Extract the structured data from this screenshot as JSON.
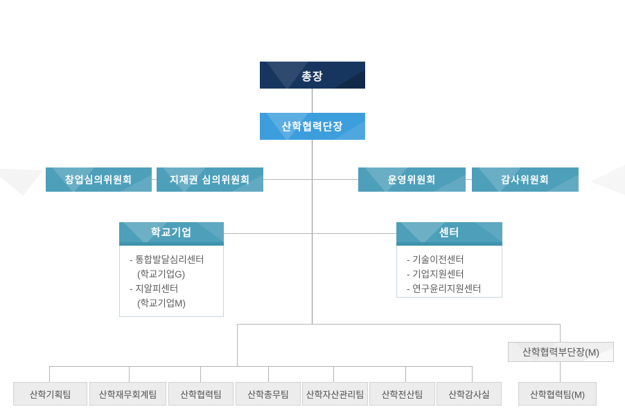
{
  "org_chart": {
    "root": {
      "label": "총장"
    },
    "director": {
      "label": "산학협력단장"
    },
    "committees": [
      {
        "label": "창업심의위원회"
      },
      {
        "label": "지재권 심의위원회"
      },
      {
        "label": "운영위원회"
      },
      {
        "label": "감사위원회"
      }
    ],
    "school_enterprise": {
      "title": "학교기업",
      "items": [
        "- 통합발달심리센터",
        "(학교기업G)",
        "- 지알피센터",
        "(학교기업M)"
      ]
    },
    "center": {
      "title": "센터",
      "items": [
        "- 기술이전센터",
        "- 기업지원센터",
        "- 연구윤리지원센터"
      ]
    },
    "vice_director": {
      "label": "산학협력부단장(M)"
    },
    "teams": [
      {
        "label": "산학기획팀"
      },
      {
        "label": "산학재무회계팀"
      },
      {
        "label": "산학협력팀"
      },
      {
        "label": "산학총무팀"
      },
      {
        "label": "산학자산관리팀"
      },
      {
        "label": "산학전산팀"
      },
      {
        "label": "산학감사실"
      }
    ],
    "vice_team": {
      "label": "산학협력팀(M)"
    }
  },
  "colors": {
    "root_navy": "#17365f",
    "director_blue": "#3d9edd",
    "committee_teal": "#4d9fba",
    "header_strip_teal": "#3e93ae",
    "team_gray": "#ececec",
    "line_gray": "#8f8f8f",
    "text_gray": "#555555"
  }
}
